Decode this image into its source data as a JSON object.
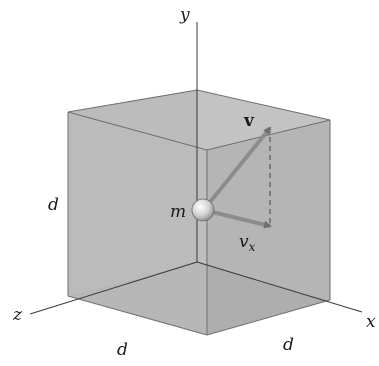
{
  "diagram": {
    "axis_labels": {
      "y": "y",
      "z": "z",
      "x": "x"
    },
    "edge_labels": {
      "left": "d",
      "front": "d",
      "right": "d"
    },
    "particle_label": "m",
    "velocity_label": "v",
    "velocity_x_label_base": "v",
    "velocity_x_label_sub": "x"
  },
  "colors": {
    "cube_face": "#b9b9b9",
    "cube_face_dark": "#a9a9a9",
    "cube_edge": "#6e6e6e",
    "axis": "#3a3a3a",
    "arrow": "#8c8c8c",
    "particle": "#d9d9d9"
  }
}
